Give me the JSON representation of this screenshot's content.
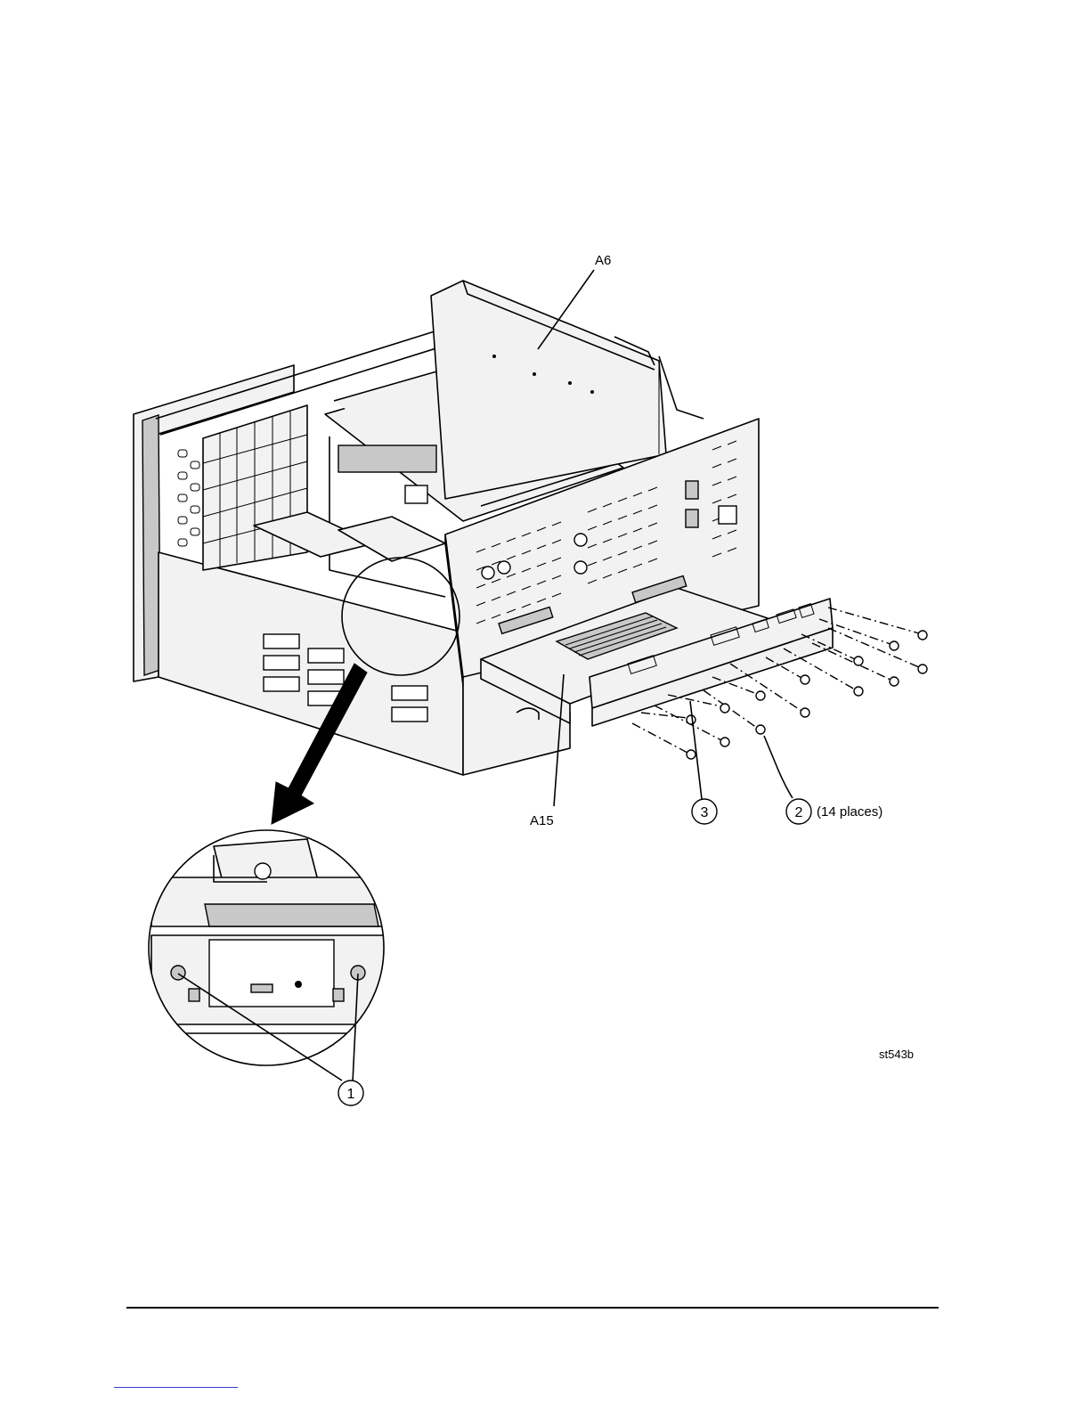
{
  "figure": {
    "labels": {
      "a6": "A6",
      "a15": "A15",
      "places_note": "(14 places)",
      "figure_id": "st543b"
    },
    "callouts": {
      "c1": "1",
      "c2": "2",
      "c3": "3"
    }
  }
}
